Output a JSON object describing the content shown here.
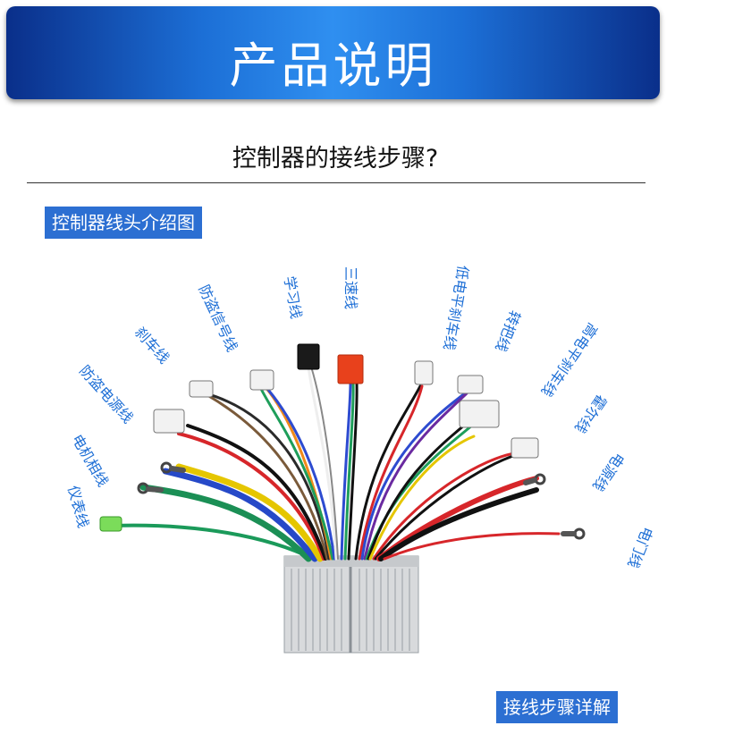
{
  "header": {
    "title": "产品说明"
  },
  "subtitle": "控制器的接线步骤?",
  "section_tag": "控制器线头介绍图",
  "footer_button": "接线步骤详解",
  "wire_labels": {
    "meter": "仪表线",
    "motor_phase": "电机相线",
    "anti_theft_power": "防盗电源线",
    "brake": "刹车线",
    "anti_theft_signal": "防盗信号线",
    "learning": "学习线",
    "three_speed": "三速线",
    "low_brake": "低电平刹车线",
    "assist": "转把线",
    "high_brake": "高电平刹车线",
    "hall": "霍尔线",
    "power": "电源线",
    "door_lock": "电门线"
  },
  "colors": {
    "accent": "#2c6fd2",
    "label": "#1e6fd6"
  }
}
